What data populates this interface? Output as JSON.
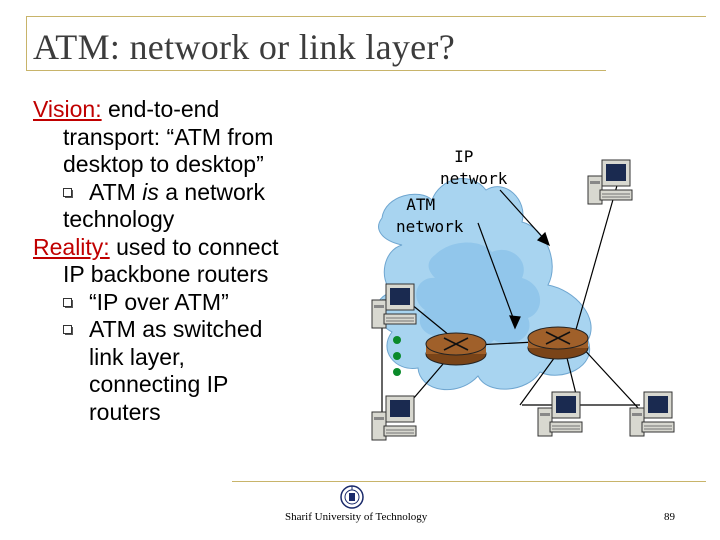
{
  "slide": {
    "title": "ATM:  network or link layer?",
    "body": {
      "vision_label": "Vision:",
      "vision_text": " end-to-end",
      "vision_lines": [
        "transport: “ATM from",
        "desktop to desktop”"
      ],
      "vision_bullet_1": "ATM ",
      "vision_bullet_1_em": "is",
      "vision_bullet_1_rest": " a network",
      "vision_bullet_1_cont": "technology",
      "reality_label": "Reality:",
      "reality_text": " used to connect",
      "reality_line_2": "IP backbone routers",
      "reality_bullet_1": "“IP over ATM”",
      "reality_bullet_2": "ATM as switched",
      "reality_bullet_2_cont": [
        "link layer,",
        "connecting IP",
        "routers"
      ]
    },
    "diagram": {
      "ip_label_line1": "IP",
      "ip_label_line2": "network",
      "atm_label_line1": "ATM",
      "atm_label_line2": "network",
      "cloud_color": "#a8d4f0",
      "router_color": "#a0602a",
      "icons": [
        "computer-icon",
        "router-icon",
        "ellipsis-dots-icon"
      ]
    },
    "footer": {
      "institution": "Sharif University of Technology",
      "page_number": "89",
      "logo_icon": "university-seal-icon"
    },
    "colors": {
      "frame": "#c8b46a",
      "accent_label": "#c00000",
      "title": "#3c3c3c"
    }
  }
}
